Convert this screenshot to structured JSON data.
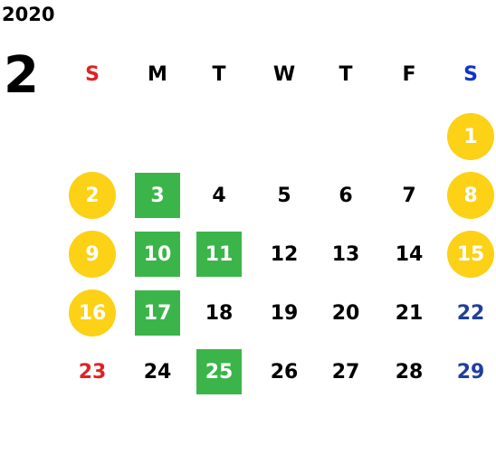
{
  "header": {
    "year": "2020",
    "month": "2"
  },
  "weekdays": [
    {
      "label": "S",
      "color": "#e02222"
    },
    {
      "label": "M",
      "color": "#000000"
    },
    {
      "label": "T",
      "color": "#000000"
    },
    {
      "label": "W",
      "color": "#000000"
    },
    {
      "label": "T",
      "color": "#000000"
    },
    {
      "label": "F",
      "color": "#000000"
    },
    {
      "label": "S",
      "color": "#1133cc"
    }
  ],
  "colors": {
    "circle": "#fcd116",
    "square": "#3bb54a",
    "sunday": "#e02222",
    "saturday": "#1f3f99"
  },
  "days": [
    {
      "day": "1",
      "week": 0,
      "weekday": 6,
      "mark": "circle"
    },
    {
      "day": "2",
      "week": 1,
      "weekday": 0,
      "mark": "circle"
    },
    {
      "day": "3",
      "week": 1,
      "weekday": 1,
      "mark": "square"
    },
    {
      "day": "4",
      "week": 1,
      "weekday": 2,
      "mark": "none"
    },
    {
      "day": "5",
      "week": 1,
      "weekday": 3,
      "mark": "none"
    },
    {
      "day": "6",
      "week": 1,
      "weekday": 4,
      "mark": "none"
    },
    {
      "day": "7",
      "week": 1,
      "weekday": 5,
      "mark": "none"
    },
    {
      "day": "8",
      "week": 1,
      "weekday": 6,
      "mark": "circle"
    },
    {
      "day": "9",
      "week": 2,
      "weekday": 0,
      "mark": "circle"
    },
    {
      "day": "10",
      "week": 2,
      "weekday": 1,
      "mark": "square"
    },
    {
      "day": "11",
      "week": 2,
      "weekday": 2,
      "mark": "square"
    },
    {
      "day": "12",
      "week": 2,
      "weekday": 3,
      "mark": "none"
    },
    {
      "day": "13",
      "week": 2,
      "weekday": 4,
      "mark": "none"
    },
    {
      "day": "14",
      "week": 2,
      "weekday": 5,
      "mark": "none"
    },
    {
      "day": "15",
      "week": 2,
      "weekday": 6,
      "mark": "circle"
    },
    {
      "day": "16",
      "week": 3,
      "weekday": 0,
      "mark": "circle"
    },
    {
      "day": "17",
      "week": 3,
      "weekday": 1,
      "mark": "square"
    },
    {
      "day": "18",
      "week": 3,
      "weekday": 2,
      "mark": "none"
    },
    {
      "day": "19",
      "week": 3,
      "weekday": 3,
      "mark": "none"
    },
    {
      "day": "20",
      "week": 3,
      "weekday": 4,
      "mark": "none"
    },
    {
      "day": "21",
      "week": 3,
      "weekday": 5,
      "mark": "none"
    },
    {
      "day": "22",
      "week": 3,
      "weekday": 6,
      "mark": "none"
    },
    {
      "day": "23",
      "week": 4,
      "weekday": 0,
      "mark": "none"
    },
    {
      "day": "24",
      "week": 4,
      "weekday": 1,
      "mark": "none"
    },
    {
      "day": "25",
      "week": 4,
      "weekday": 2,
      "mark": "square"
    },
    {
      "day": "26",
      "week": 4,
      "weekday": 3,
      "mark": "none"
    },
    {
      "day": "27",
      "week": 4,
      "weekday": 4,
      "mark": "none"
    },
    {
      "day": "28",
      "week": 4,
      "weekday": 5,
      "mark": "none"
    },
    {
      "day": "29",
      "week": 4,
      "weekday": 6,
      "mark": "none"
    }
  ]
}
